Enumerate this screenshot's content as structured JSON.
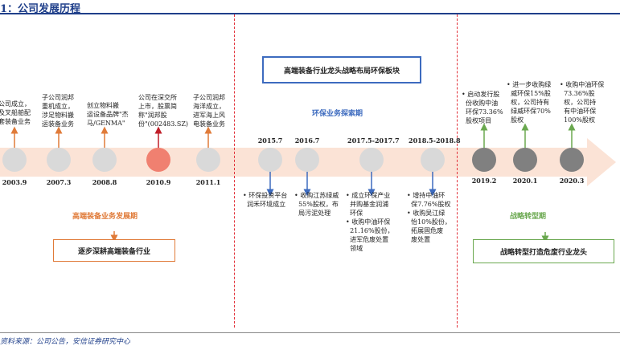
{
  "title": "1：公司发展历程",
  "source": "资料来源：公司公告，安信证券研究中心",
  "colors": {
    "orange": "#e07b39",
    "red": "#c01e28",
    "blue": "#3d6bbf",
    "green": "#6aa84f",
    "gray_node": "#d9d9d9",
    "dark_node": "#808080",
    "highlight_node": "#f08070",
    "band": "#fbe3d6",
    "divider": "#e2323a"
  },
  "phases": {
    "p1_label": "高端装备业务发展期",
    "p1_box": "逐步深耕高端装备行业",
    "p2_banner": "高端装备行业龙头战略布局环保板块",
    "p2_label": "环保业务探索期",
    "p3_label": "战略转型期",
    "p3_box": "战略转型打造危废行业龙头"
  },
  "milestones": {
    "m1": {
      "date": "2003.9",
      "text": "公司成立，\n及叉船舶配\n套装备业务"
    },
    "m2": {
      "date": "2007.3",
      "text": "子公司润邦\n重机成立，\n涉足物料搬\n运装备业务"
    },
    "m3": {
      "date": "2008.8",
      "text": "创立物料搬\n运设备品牌\"杰\n马/GENMA\""
    },
    "m4": {
      "date": "2010.9",
      "text": "公司在深交所\n上市，股票简\n称\"润邦股\n份\"(002483.SZ)"
    },
    "m5": {
      "date": "2011.1",
      "text": "子公司润邦\n海洋成立，\n进军海上风\n电装备业务"
    },
    "m6": {
      "date": "2015.7",
      "text": "• 环保投资平台\n  润禾环境成立"
    },
    "m7": {
      "date": "2016.7",
      "text": "• 收购江苏绿威\n  55%股权，布\n  局污泥处理"
    },
    "m8": {
      "date": "2017.5-2017.7",
      "text": "• 成立环保产业\n  并购基金润浦\n  环保\n• 收购中油环保\n  21.16%股份，\n  进军危废处置\n  领域"
    },
    "m9": {
      "date": "2018.5-2018.8",
      "text": "• 增持中油环\n  保7.76%股权\n• 收购吴江绿\n  怡10%股份，\n  拓展固危废\n  废处置"
    },
    "m10": {
      "date": "2019.2",
      "text": "• 启动发行股\n  份收购中油\n  环保73.36%\n  股权项目"
    },
    "m11": {
      "date": "2020.1",
      "text": "• 进一步收购绿\n  威环保15%股\n  权，公司持有\n  绿威环保70%\n  股权"
    },
    "m12": {
      "date": "2020.3",
      "text": "• 收购中油环保\n  73.36%股\n  权，公司持\n  有中油环保\n  100%股权"
    }
  }
}
